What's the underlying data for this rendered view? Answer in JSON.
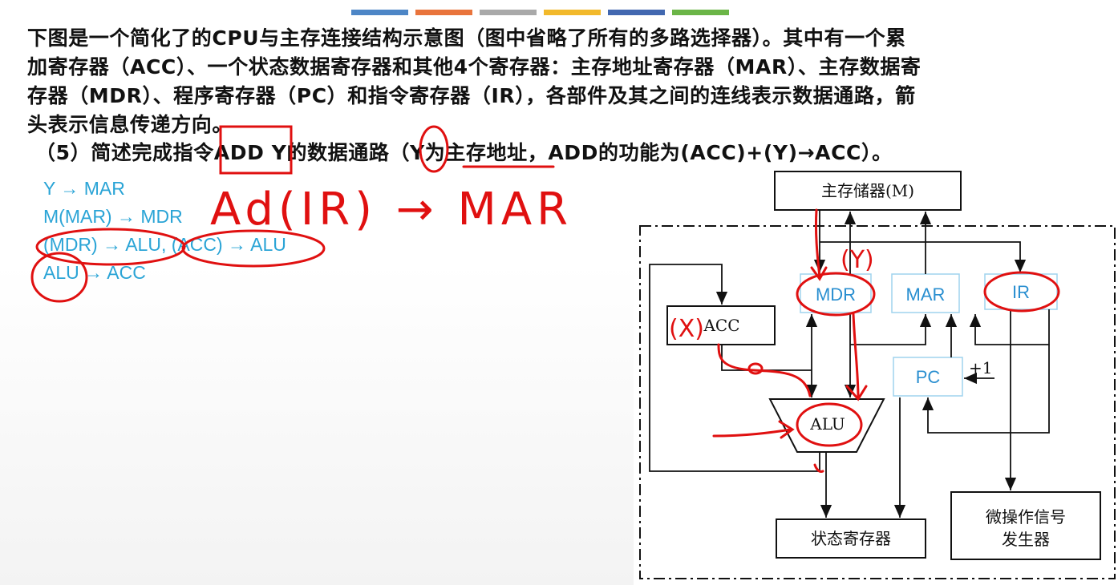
{
  "header_bar_colors": [
    "#4d86c6",
    "#e9743c",
    "#a9a9a9",
    "#f2b92b",
    "#4268b0",
    "#6bb547"
  ],
  "question": {
    "lines": [
      "下图是一个简化了的CPU与主存连接结构示意图（图中省略了所有的多路选择器）。其中有一个累",
      "加寄存器（ACC）、一个状态数据寄存器和其他4个寄存器：主存地址寄存器（MAR）、主存数据寄",
      "存器（MDR）、程序寄存器（PC）和指令寄存器（IR），各部件及其之间的连线表示数据通路，箭",
      "头表示信息传递方向。"
    ],
    "part5": "（5）简述完成指令ADD Y的数据通路（Y为主存地址，ADD的功能为(ACC)+(Y)→ACC）。"
  },
  "answer_steps": [
    "Y → MAR",
    "M(MAR) → MDR",
    "(MDR) → ALU, (ACC) → ALU",
    "ALU → ACC"
  ],
  "handwriting": {
    "main": "Ad(IR) → MAR",
    "y_note": "(Y)",
    "x_note": "(X)"
  },
  "diagram": {
    "memory": "主存储器(M)",
    "mdr": "MDR",
    "mar": "MAR",
    "ir": "IR",
    "acc": "ACC",
    "pc": "PC",
    "alu": "ALU",
    "plus_one": "+1",
    "status_register": "状态寄存器",
    "micro_op_line1": "微操作信号",
    "micro_op_line2": "发生器"
  },
  "colors": {
    "annotation_red": "#e01010",
    "steps_blue": "#2aa4d6",
    "register_blue": "#2a8fd0"
  }
}
